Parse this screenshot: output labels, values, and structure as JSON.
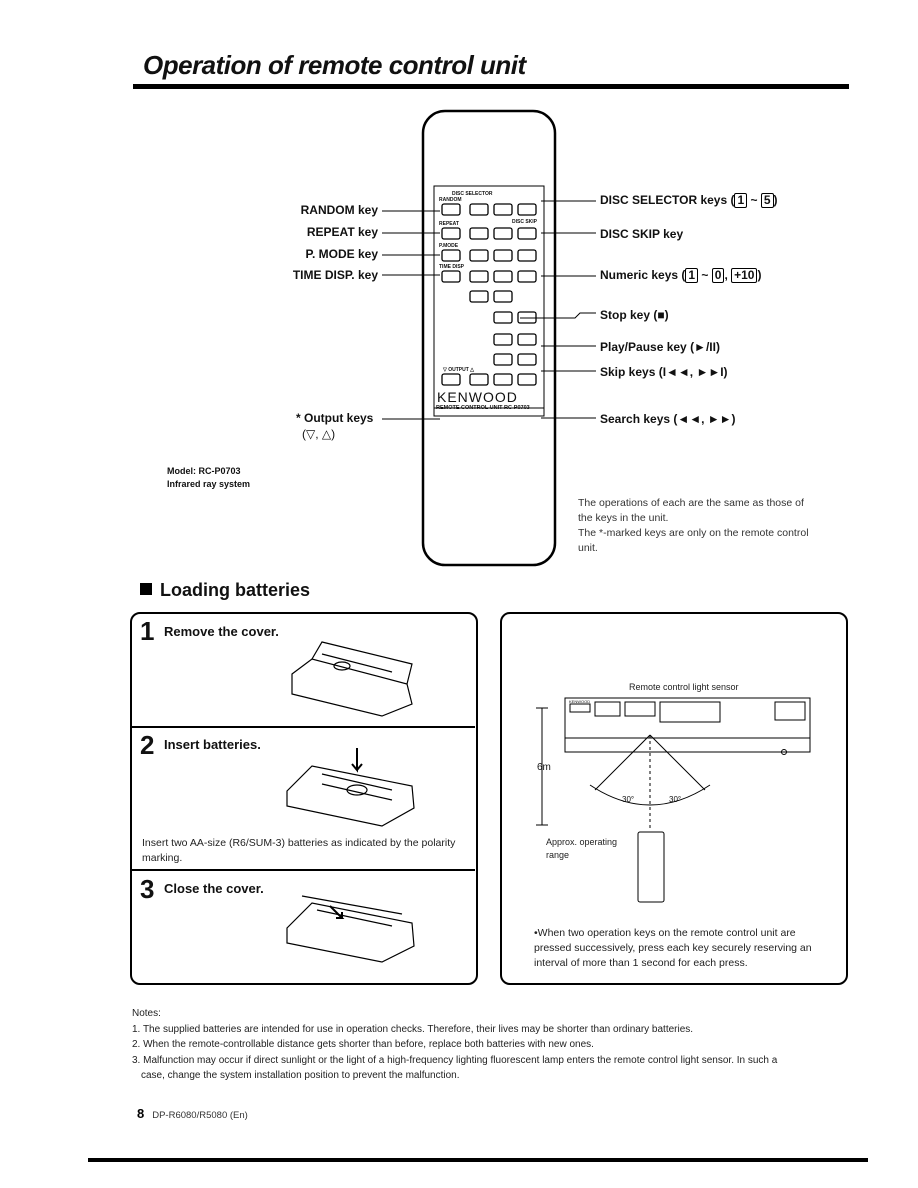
{
  "page_title": "Operation of remote control unit",
  "remote": {
    "brand": "KENWOOD",
    "unit_text": "REMOTE CONTROL UNIT RC-P0703",
    "disc_selector_hdr": "DISC SELECTOR",
    "disc_skip_hdr": "DISC SKIP",
    "random_hdr": "RANDOM",
    "repeat_hdr": "REPEAT",
    "pmode_hdr": "P.MODE",
    "timedisp_hdr": "TIME DISP",
    "output_hdr": "▽ OUTPUT △"
  },
  "left_labels": {
    "random": "RANDOM key",
    "repeat": "REPEAT key",
    "pmode": "P. MODE key",
    "timedisp": "TIME DISP. key",
    "output": "* Output keys",
    "output_sub": "(▽, △)"
  },
  "right_labels": {
    "disc_selector": "DISC SELECTOR keys (",
    "disc_selector_k1": "1",
    "disc_selector_k2": "5",
    "disc_skip": "DISC SKIP key",
    "numeric": "Numeric keys (",
    "numeric_k1": "1",
    "numeric_k2": "0",
    "numeric_k3": "+10",
    "stop": "Stop key (■)",
    "play_pause": "Play/Pause key (►/II)",
    "skip": "Skip keys (I◄◄, ►►I)",
    "search": "Search keys (◄◄, ►►)"
  },
  "model": {
    "line1": "Model: RC-P0703",
    "line2": "Infrared ray system"
  },
  "ops_note": {
    "line1": "The operations of each are the same as those of",
    "line2": "the keys in the unit.",
    "line3": "The *-marked keys are only on the remote control",
    "line4": "unit."
  },
  "section": {
    "title": "Loading batteries"
  },
  "steps": [
    {
      "num": "1",
      "text": "Remove the cover."
    },
    {
      "num": "2",
      "text": "Insert batteries."
    },
    {
      "num": "3",
      "text": "Close the cover."
    }
  ],
  "battery_note": {
    "line1": "Insert two AA-size (R6/SUM-3) batteries as indicated by the polarity",
    "line2": "marking."
  },
  "range_diagram": {
    "sensor_label": "Remote control light sensor",
    "distance": "6m",
    "angle_left": "30°",
    "angle_right": "30°",
    "range_label1": "Approx. operating",
    "range_label2": "range",
    "player_brand": "KENWOOD"
  },
  "range_note": {
    "line1": "•When two operation keys on the remote control unit are",
    "line2": "pressed successively, press each key securely reserving an",
    "line3": "interval of more than 1 second for each press."
  },
  "notes": {
    "heading": "Notes:",
    "items": [
      "1. The supplied batteries are intended for use in operation checks. Therefore, their lives may be shorter than ordinary batteries.",
      "2. When the remote-controllable distance gets shorter than before, replace both batteries with new ones.",
      "3. Malfunction may occur if direct sunlight or the light of a high-frequency lighting fluorescent lamp enters the remote control light sensor. In such a",
      "case, change the system installation position to prevent the malfunction."
    ]
  },
  "footer": {
    "page": "8",
    "model": "DP-R6080/R5080 (En)"
  }
}
